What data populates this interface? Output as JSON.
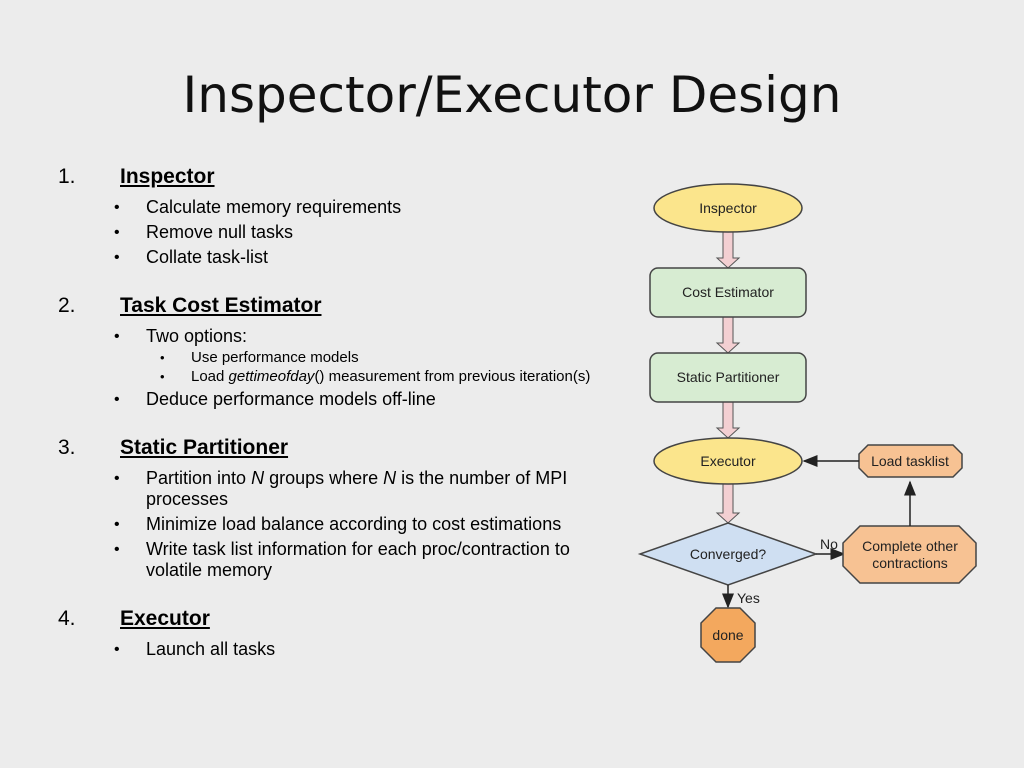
{
  "slide": {
    "title": "Inspector/Executor Design"
  },
  "outline": [
    {
      "num": "1.",
      "title": "Inspector",
      "items": [
        "Calculate memory requirements",
        "Remove null tasks",
        "Collate task-list"
      ]
    },
    {
      "num": "2.",
      "title": "Task Cost Estimator",
      "items": [
        {
          "text": "Two options:",
          "sub": [
            "Use performance models",
            {
              "pre": "Load ",
              "em": "gettimeofday",
              "post": "() measurement from previous iteration(s)"
            }
          ]
        },
        "Deduce performance models off-line"
      ]
    },
    {
      "num": "3.",
      "title": "Static Partitioner",
      "items": [
        {
          "parts": [
            "Partition into ",
            "N",
            " groups where ",
            "N",
            " is the number of MPI processes"
          ]
        },
        "Minimize load balance according to cost estimations",
        "Write task list information for each proc/contraction to volatile memory"
      ]
    },
    {
      "num": "4.",
      "title": "Executor",
      "items": [
        "Launch all tasks"
      ]
    }
  ],
  "flowchart": {
    "nodes": {
      "inspector": "Inspector",
      "cost_estimator": "Cost Estimator",
      "static_partitioner": "Static Partitioner",
      "executor": "Executor",
      "converged": "Converged?",
      "done": "done",
      "complete_other": [
        "Complete other",
        "contractions"
      ],
      "load_tasklist": "Load tasklist"
    },
    "labels": {
      "no": "No",
      "yes": "Yes"
    },
    "colors": {
      "ellipse": "#fbe58c",
      "green_box": "#d7ecd2",
      "diamond": "#cfdff2",
      "orange": "#f7c293",
      "done": "#f3a85e",
      "arrow_fill": "#f3cfd2"
    }
  }
}
